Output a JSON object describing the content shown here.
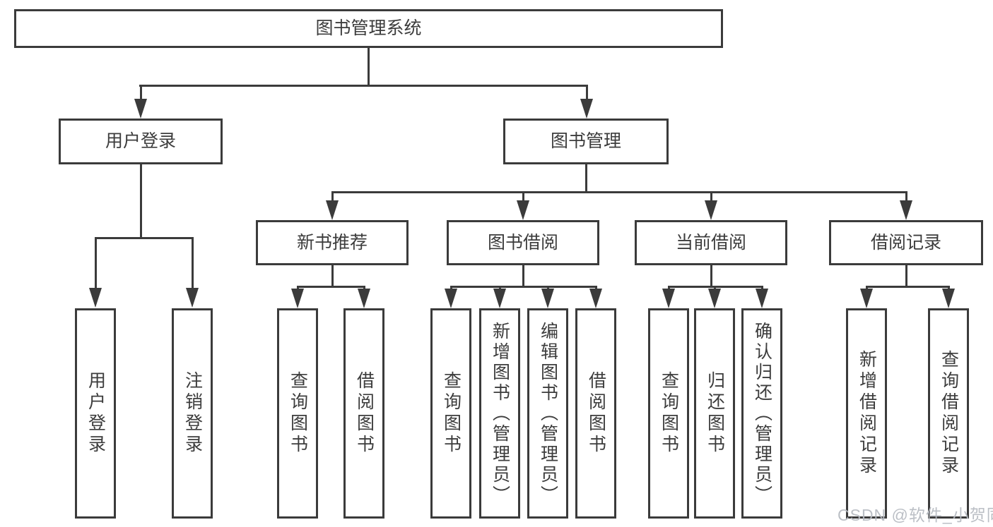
{
  "tree": {
    "root": "图书管理系统",
    "level2": {
      "user_login": "用户登录",
      "book_mgmt": "图书管理"
    },
    "level3": {
      "new_book": "新书推荐",
      "book_borrow": "图书借阅",
      "current_borrow": "当前借阅",
      "borrow_records": "借阅记录"
    },
    "leaves": {
      "user_login": [
        "用户登录",
        "注销登录"
      ],
      "new_book": [
        "查询图书",
        "借阅图书"
      ],
      "book_borrow": [
        "查询图书",
        "新增图书（管理员）",
        "编辑图书（管理员）",
        "借阅图书"
      ],
      "current_borrow": [
        "查询图书",
        "归还图书",
        "确认归还（管理员）"
      ],
      "borrow_records": [
        "新增借阅记录",
        "查询借阅记录"
      ]
    }
  },
  "watermark": "CSDN @软件_小贺同学",
  "colors": {
    "line": "#3b3b3b",
    "text": "#3c3c3c",
    "watermark": "#b6bac1",
    "background": "#ffffff"
  }
}
